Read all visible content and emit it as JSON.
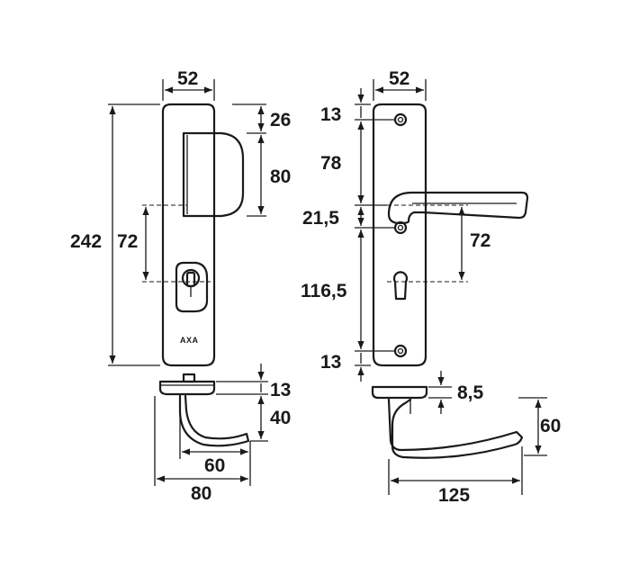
{
  "left_view": {
    "width_label": "52",
    "height_label": "242",
    "spindle_to_cylinder_label": "72",
    "top_offset_label": "26",
    "shield_height_label": "80",
    "brand_text": "AXA",
    "rosette_depth_label": "13",
    "handle_drop_label": "40",
    "handle_reach_label": "60",
    "total_reach_label": "80"
  },
  "right_view": {
    "width_label": "52",
    "top_hole_label": "13",
    "upper_spacing_label": "78",
    "handle_hole_label": "21,5",
    "spindle_to_cylinder_label": "72",
    "lower_spacing_label": "116,5",
    "bottom_hole_label": "13",
    "rosette_depth_label": "8,5",
    "handle_drop_label": "60",
    "handle_length_label": "125"
  }
}
